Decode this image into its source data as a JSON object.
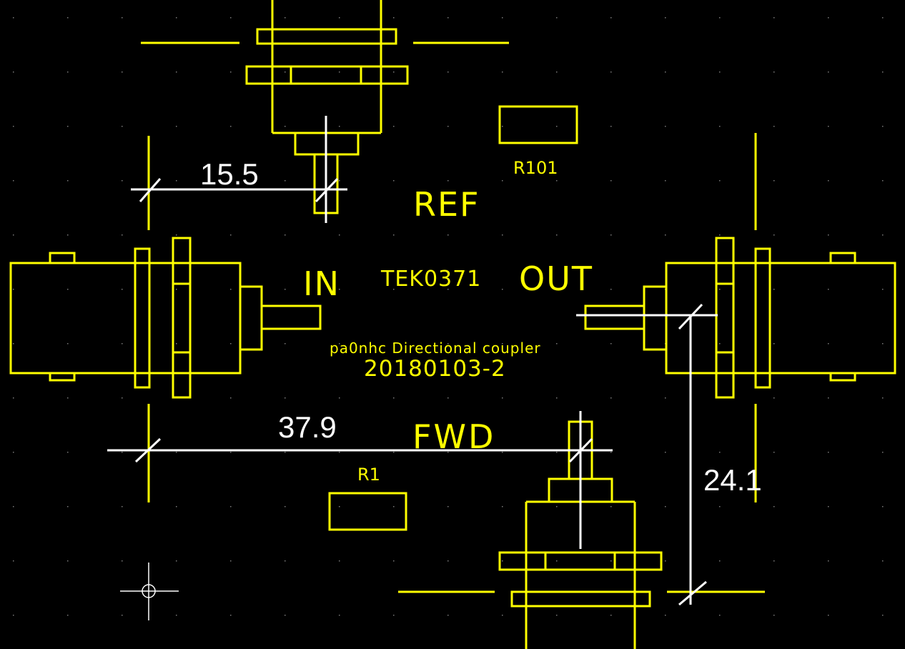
{
  "colors": {
    "background": "#000000",
    "silkscreen": "#ffff00",
    "dimension": "#ffffff",
    "grid": "#7a7a7a"
  },
  "labels": {
    "ref": "REF",
    "in": "IN",
    "out": "OUT",
    "fwd": "FWD",
    "part_number": "TEK0371",
    "description": "pa0nhc Directional coupler",
    "revision": "20180103-2",
    "r101": "R101",
    "r1": "R1"
  },
  "dimensions": {
    "ref_offset": "15.5",
    "in_to_fwd": "37.9",
    "out_to_fwd": "24.1"
  },
  "icons": {
    "cursor": "crosshair-cursor-icon"
  }
}
